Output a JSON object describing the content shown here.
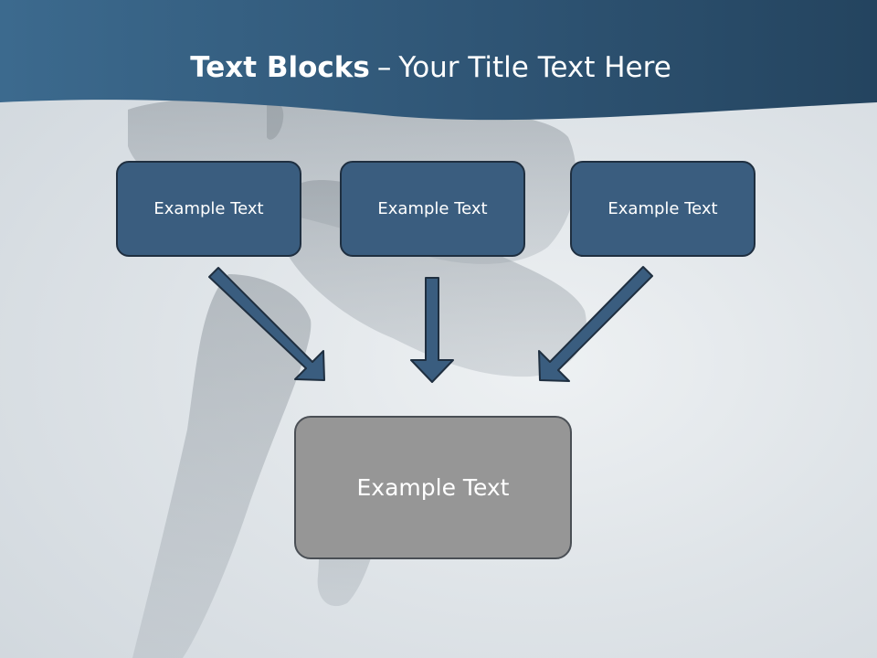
{
  "title": {
    "bold": "Text Blocks",
    "separator": "–",
    "rest": "Your Title Text Here"
  },
  "blocks": [
    {
      "label": "Example Text"
    },
    {
      "label": "Example Text"
    },
    {
      "label": "Example Text"
    }
  ],
  "result": {
    "label": "Example Text"
  },
  "colors": {
    "header": "#2f5575",
    "block_fill": "#3a5d7f",
    "block_border": "#1f2f40",
    "result_fill": "#969696",
    "arrow": "#3a5d7f"
  },
  "icons": {
    "arrow_left": "diagonal-down-right-arrow",
    "arrow_center": "down-arrow",
    "arrow_right": "diagonal-down-left-arrow"
  }
}
